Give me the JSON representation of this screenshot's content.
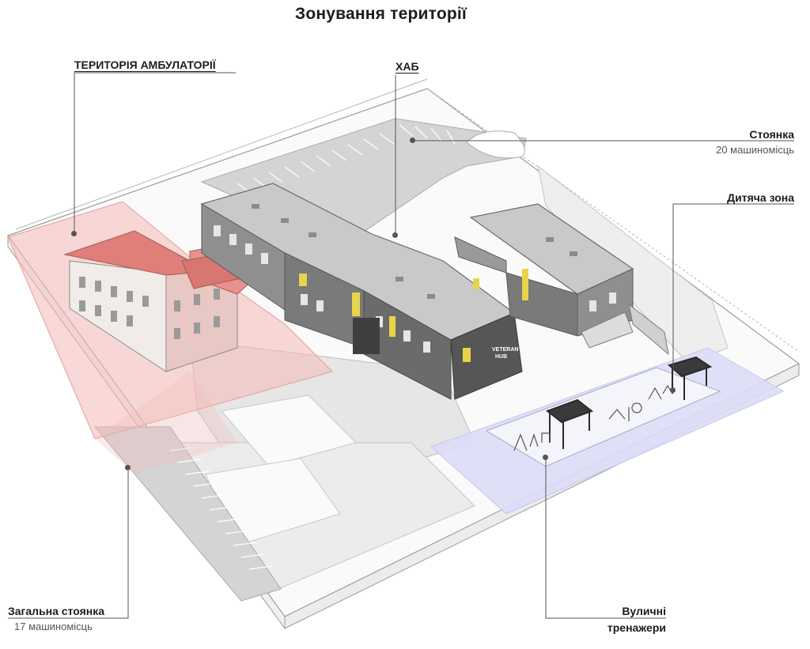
{
  "title": "Зонування території",
  "zones": {
    "ambulatory": {
      "label": "ТЕРИТОРІЯ АМБУЛАТОРІЇ",
      "color": "#f3b9b6"
    },
    "hub": {
      "label": "ХАБ"
    },
    "parking_top": {
      "label": "Стоянка",
      "sublabel": "20 машиномісць"
    },
    "kids": {
      "label": "Дитяча зона",
      "color": "#dcdcf7"
    },
    "general_parking": {
      "label": "Загальна стоянка",
      "sublabel": "17 машиномісць"
    },
    "street_fitness": {
      "label_line1": "Вуличні",
      "label_line2": "тренажери"
    }
  },
  "building_sign": {
    "line1": "VETERAN",
    "line2": "HUB"
  },
  "colors": {
    "roof": "#c9c9c9",
    "wall_dark": "#6b6b6b",
    "wall_mid": "#8f8f8f",
    "accent_yellow": "#e8d44a",
    "paving": "#e4e4e4",
    "parking": "#d2d2d2",
    "line": "#555555"
  }
}
